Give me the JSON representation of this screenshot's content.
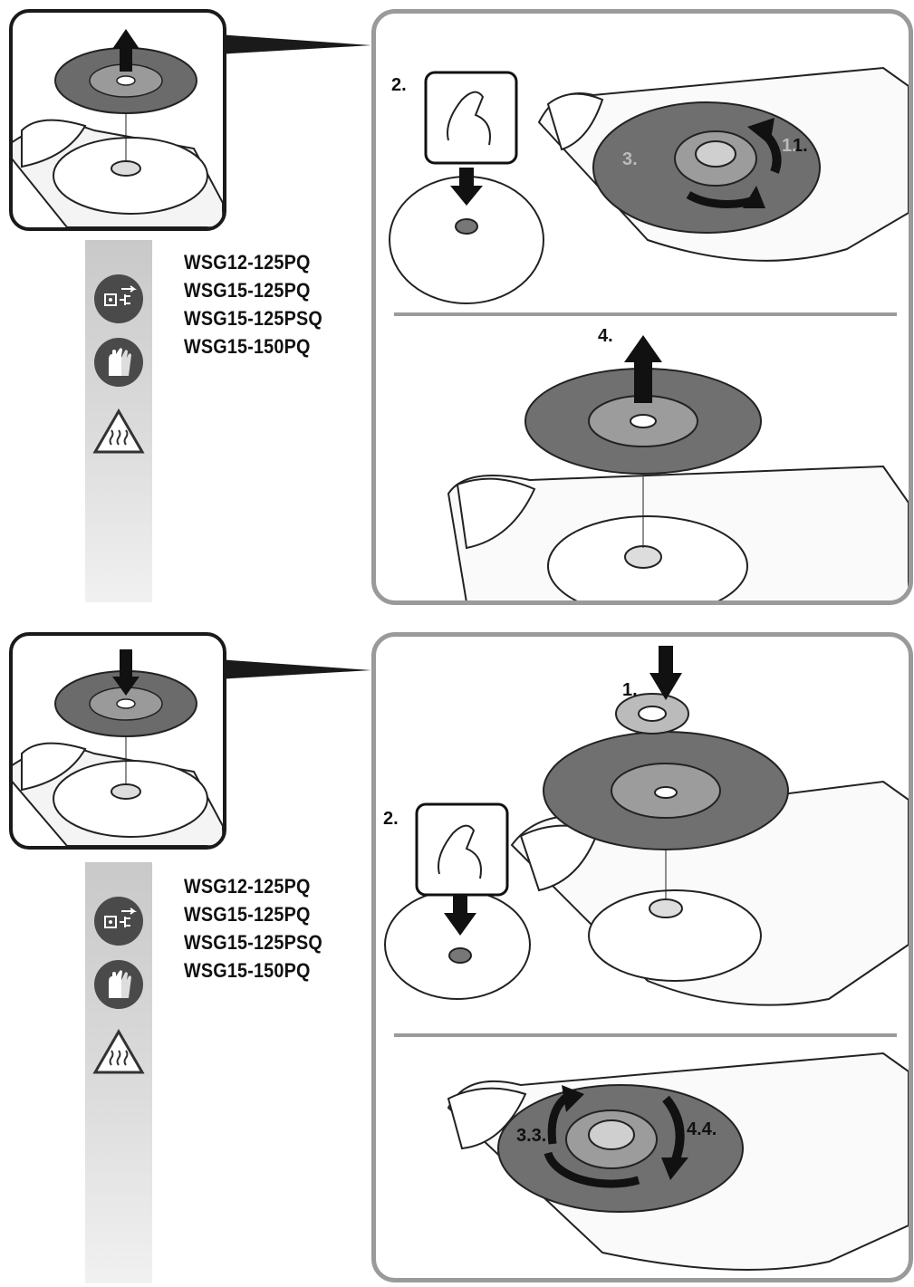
{
  "sections": [
    {
      "id": "removal",
      "models": [
        "WSG12-125PQ",
        "WSG15-125PQ",
        "WSG15-125PSQ",
        "WSG15-150PQ"
      ],
      "step_labels_top": [
        "2.",
        "1.",
        "3.",
        "1."
      ],
      "step_label_bottom": "4."
    },
    {
      "id": "installation",
      "models": [
        "WSG12-125PQ",
        "WSG15-125PQ",
        "WSG15-125PSQ",
        "WSG15-150PQ"
      ],
      "step_labels_top": [
        "1.",
        "2."
      ],
      "step_labels_bottom": [
        "3.3.",
        "4.4."
      ]
    }
  ],
  "icons": [
    "unplug-icon",
    "gloves-icon",
    "hot-surface-icon"
  ],
  "colors": {
    "frame": "#1a1a1a",
    "panel_border": "#9a9a9a",
    "icon_fill": "#4a4a4a",
    "strip": "#d2d2d2"
  }
}
